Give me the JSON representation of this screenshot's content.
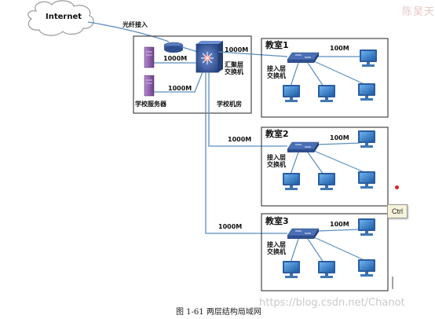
{
  "watermark_top": "陈昊天",
  "internet_label": "Internet",
  "fiber_label": "光纤接入",
  "server_room": {
    "server_link1": "1000M",
    "server_link2": "1000M",
    "servers_label": "学校服务器",
    "core_link": "1000M",
    "agg_switch_label": [
      "汇聚层",
      "交换机"
    ],
    "room_label": "学校机房"
  },
  "classrooms": [
    {
      "name": "教室1",
      "uplink": "",
      "access_link": "100M",
      "access_switch_label": [
        "接入层",
        "交换机"
      ]
    },
    {
      "name": "教室2",
      "uplink": "1000M",
      "access_link": "100M",
      "access_switch_label": [
        "接入层",
        "交换机"
      ]
    },
    {
      "name": "教室3",
      "uplink": "1000M",
      "access_link": "100M",
      "access_switch_label": [
        "接入层",
        "交换机"
      ]
    }
  ],
  "caption": "图 1-61 两层结构局域网",
  "tooltip": "Ctrl",
  "watermark_bottom": "https://blog.csdn.net/Chanot",
  "colors": {
    "link": "#5a8fbf",
    "box": "#222222",
    "monitor": "#2d78c4",
    "switch": "#3f63a8",
    "server": "#8a5aa8"
  }
}
